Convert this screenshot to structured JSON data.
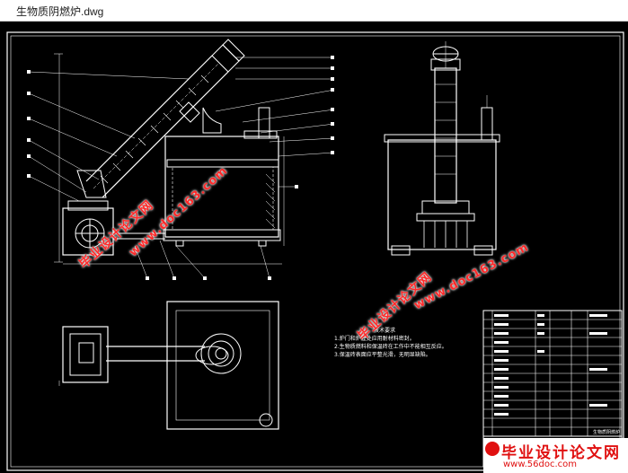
{
  "window": {
    "title": "生物质阴燃炉.dwg"
  },
  "drawing": {
    "tech_notes": {
      "heading": "技术要求",
      "items": [
        "1.炉门和炉膛处应用耐材料密封。",
        "2.生物质燃料和保温砖在工作中不能相互反应。",
        "3.保温砖表面应平整光滑，无明显缺陷。"
      ]
    },
    "title_block": {
      "name": "生物质阴燃炉"
    }
  },
  "watermarks": {
    "site_name": "毕业设计论文网",
    "url_doc": "www.doc163.com",
    "url_56": "www.56doc.com"
  },
  "colors": {
    "canvas": "#000000",
    "line": "#ffffff",
    "watermark": "#ff2a2a"
  }
}
